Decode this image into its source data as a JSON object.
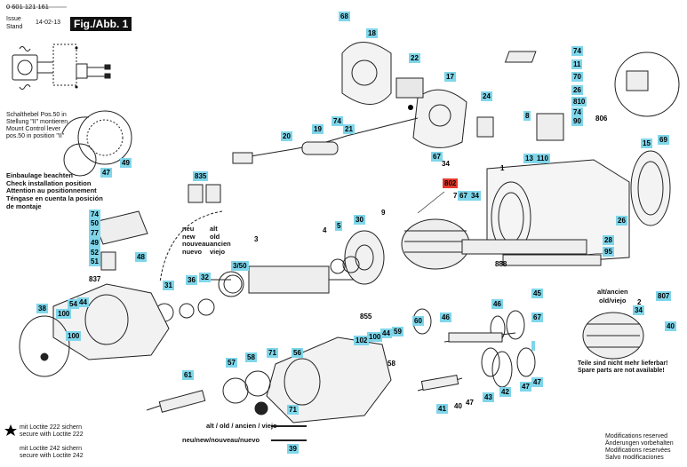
{
  "header": {
    "part_number": "0 601 121 161",
    "issue_label": "Issue",
    "stand_label": "Stand",
    "issue_date": "14-02-13",
    "figure_label": "Fig./Abb. 1"
  },
  "notes": {
    "switch_lever": [
      "Schalthebel Pos.50 in",
      "Stellung \"II\" montieren",
      "Mount Control lever",
      "pos.50 in position \"II\""
    ],
    "install_position": [
      "Einbaulage beachten",
      "Check installation position",
      "Attention au positionnement",
      "Téngase en cuenta la posición",
      "de montaje"
    ],
    "old_new_left": [
      "alt",
      "old",
      "ancien",
      "viejo"
    ],
    "old_new_left_new": [
      "neu",
      "new",
      "nouveau",
      "nuevo"
    ],
    "old_new_bottom": "alt / old / ancien / viejo",
    "new_bottom": "neu/new/nouveau/nuevo",
    "old_new_right": [
      "alt/ancien",
      "old/viejo"
    ],
    "not_deliverable": [
      "Teile sind nicht mehr lieferbar!",
      "Spare parts are not available!"
    ],
    "loctite_222": [
      "mit Loctite 222 sichern",
      "secure with Loctite 222"
    ],
    "loctite_242": [
      "mit Loctite 242 sichern",
      "secure with Loctite 242"
    ],
    "modifications": [
      "Modifications reserved",
      "Änderungen vorbehalten",
      "Modifications reservées",
      "Salvo modificaciones"
    ]
  },
  "callouts": [
    "68",
    "18",
    "22",
    "17",
    "24",
    "74",
    "11",
    "70",
    "26",
    "810",
    "8",
    "74",
    "90",
    "806",
    "20",
    "19",
    "74",
    "21",
    "67",
    "34",
    "1",
    "13",
    "110",
    "15",
    "69",
    "47",
    "49",
    "835",
    "802",
    "7",
    "67",
    "34",
    "30",
    "9",
    "4",
    "5",
    "26",
    "74",
    "50",
    "77",
    "49",
    "52",
    "51",
    "48",
    "3",
    "3/50",
    "28",
    "95",
    "888",
    "837",
    "31",
    "36",
    "32",
    "38",
    "54",
    "100",
    "44",
    "100",
    "855",
    "102",
    "100",
    "44",
    "59",
    "60",
    "46",
    "45",
    "46",
    "67",
    "807",
    "2",
    "34",
    "40",
    "58",
    "56",
    "61",
    "57",
    "58",
    "71",
    "71",
    "39",
    "41",
    "40",
    "47",
    "43",
    "42",
    "47",
    "47"
  ]
}
